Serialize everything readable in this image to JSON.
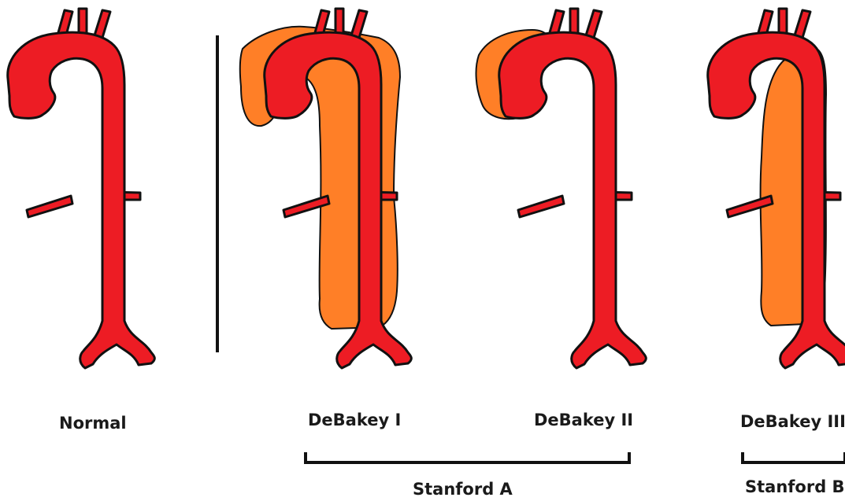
{
  "labels": {
    "normal": "Normal",
    "debakey_1": "DeBakey I",
    "debakey_2": "DeBakey II",
    "debakey_3": "DeBakey III",
    "stanford_a": "Stanford A",
    "stanford_b": "Stanford B"
  },
  "colors": {
    "aorta": "#ed1c24",
    "dissection": "#ff7f27",
    "outline": "#111111"
  },
  "dissection_extent": {
    "normal": "none",
    "debakey_1": "ascending-and-descending",
    "debakey_2": "ascending-only",
    "debakey_3": "descending-only"
  }
}
